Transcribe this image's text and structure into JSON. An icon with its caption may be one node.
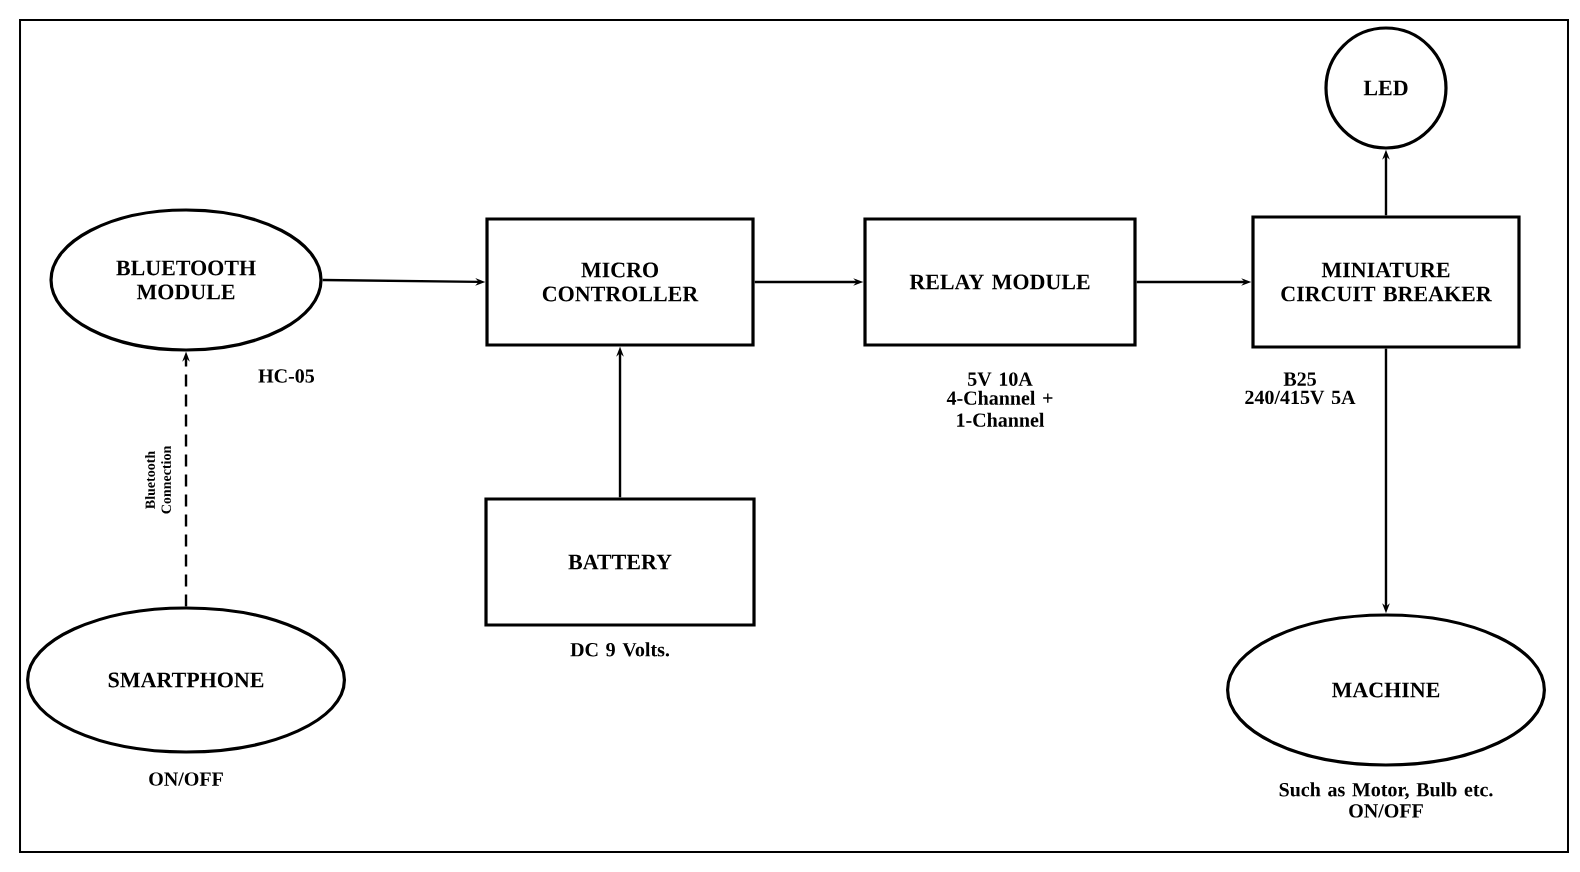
{
  "diagram": {
    "nodes": [
      {
        "text": [
          "BLUETOOTH MODULE"
        ],
        "beside": [
          "HC-05"
        ]
      },
      {
        "text": [
          "MICRO CONTROLLER"
        ]
      },
      {
        "text": [
          "RELAY MODULE"
        ],
        "beside": [
          "5V 10A",
          "4-Channel + 1-Channel"
        ]
      },
      {
        "text": [
          "MINIATURE CIRCUIT BREAKER"
        ],
        "beside": [
          "B25",
          "240/415V 5A"
        ]
      },
      {
        "text": [
          "LED"
        ]
      },
      {
        "text": [
          "BATTERY"
        ],
        "beside": [
          "DC 9 Volts."
        ]
      },
      {
        "text": [
          "SMARTPHONE"
        ],
        "beside": [
          "ON/OFF"
        ]
      },
      {
        "text": [
          "MACHINE"
        ],
        "beside": [
          "Such as Motor, Bulb etc.",
          "ON/OFF"
        ]
      }
    ],
    "edges": [
      {
        "from": 0,
        "to": 1,
        "arrow": "to"
      },
      {
        "from": 1,
        "to": 2,
        "arrow": "to"
      },
      {
        "from": 2,
        "to": 3,
        "arrow": "to"
      },
      {
        "from": 3,
        "to": 4,
        "arrow": "to"
      },
      {
        "from": 3,
        "to": 7,
        "arrow": "to"
      },
      {
        "from": 5,
        "to": 1,
        "arrow": "to"
      },
      {
        "from": 6,
        "to": 0,
        "arrow": "to",
        "style": "dashed",
        "label": "Bluetooth Connection"
      }
    ]
  }
}
